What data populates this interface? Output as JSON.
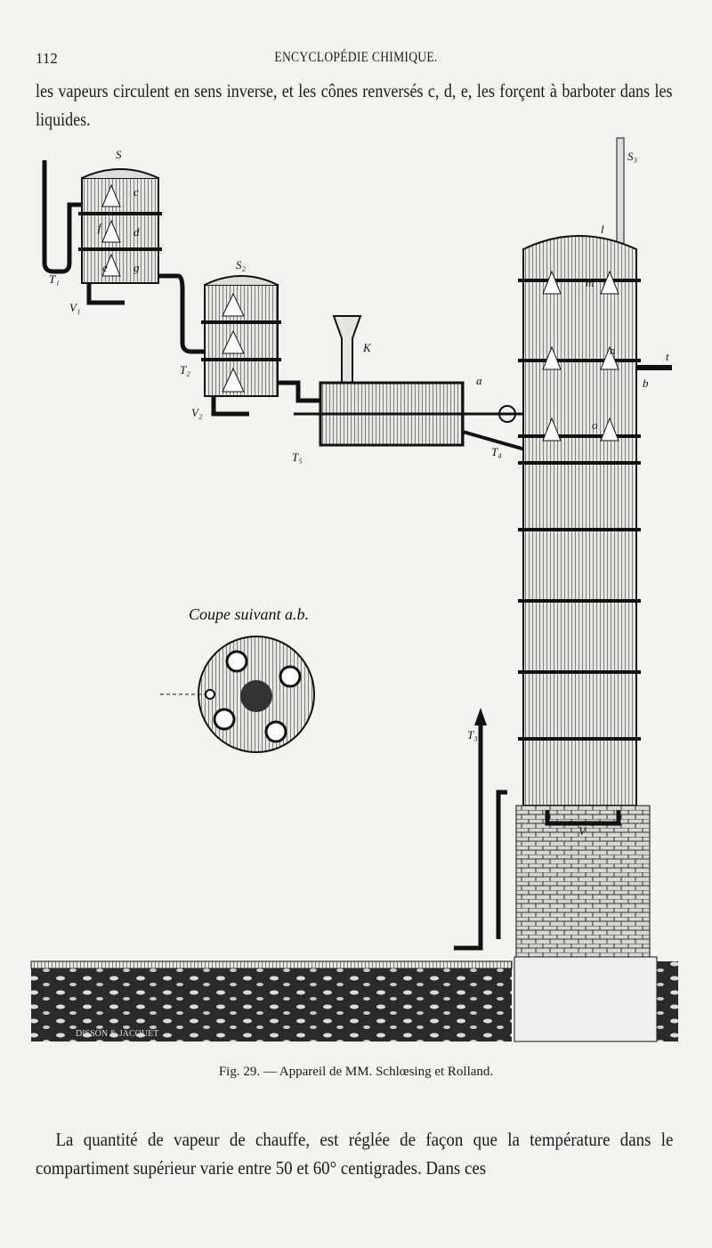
{
  "header": {
    "page_number": "112",
    "running_title": "ENCYCLOPÉDIE CHIMIQUE."
  },
  "intro_text": "les vapeurs circulent en sens inverse, et les cônes renversés c, d, e, les forçent à barboter dans les liquides.",
  "figure": {
    "labels": {
      "S": "S",
      "S2": "S₂",
      "S3": "S₃",
      "c": "c",
      "d": "d",
      "e": "e",
      "f": "f",
      "g": "g",
      "T1": "T₁",
      "V1": "V₁",
      "T2": "T₂",
      "V2": "V₂",
      "K": "K",
      "T5": "T₅",
      "T4": "T₄",
      "l": "l",
      "m": "m",
      "n": "n",
      "o": "o",
      "a": "a",
      "b": "b",
      "t": "t",
      "V": "V",
      "T3": "T₃"
    },
    "section_title": "Coupe suivant a.b.",
    "engraver_signature": "DISSON & JACQUET"
  },
  "caption": "Fig. 29. — Appareil de MM. Schlœsing et Rolland.",
  "body_text": "La quantité de vapeur de chauffe, est réglée de façon que la température dans le compartiment supérieur varie entre 50 et 60° centigrades. Dans ces"
}
